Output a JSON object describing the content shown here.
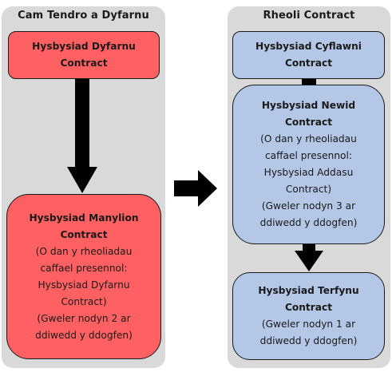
{
  "left_panel": {
    "title": "Cam Tendro a Dyfarnu",
    "box1": {
      "line1": "Hysbysiad Dyfarnu",
      "line2": "Contract"
    },
    "box2": {
      "line1": "Hysbysiad Manylion",
      "line2": "Contract",
      "line3": "(O dan y rheoliadau",
      "line4": "caffael presennol:",
      "line5": "Hysbysiad Dyfarnu",
      "line6": "Contract)",
      "line7": "(Gweler nodyn  2 ar",
      "line8": "ddiwedd  y ddogfen)"
    }
  },
  "right_panel": {
    "title": "Rheoli Contract",
    "box1": {
      "line1": "Hysbysiad Cyflawni",
      "line2": "Contract"
    },
    "box2": {
      "line1": "Hysbysiad Newid",
      "line2": "Contract",
      "line3": "(O dan y rheoliadau",
      "line4": "caffael presennol:",
      "line5": "Hysbysiad  Addasu",
      "line6": "Contract)",
      "line7": "(Gweler nodyn  3 ar",
      "line8": "ddiwedd  y ddogfen)"
    },
    "box3": {
      "line1": "Hysbysiad Terfynu",
      "line2": "Contract",
      "line3": "(Gweler nodyn  1 ar",
      "line4": "ddiwedd  y ddogfen)"
    }
  },
  "colors": {
    "red": "#ff6061",
    "blue": "#b4c7e7",
    "panel": "#d9d9d9",
    "arrow": "#000000"
  }
}
